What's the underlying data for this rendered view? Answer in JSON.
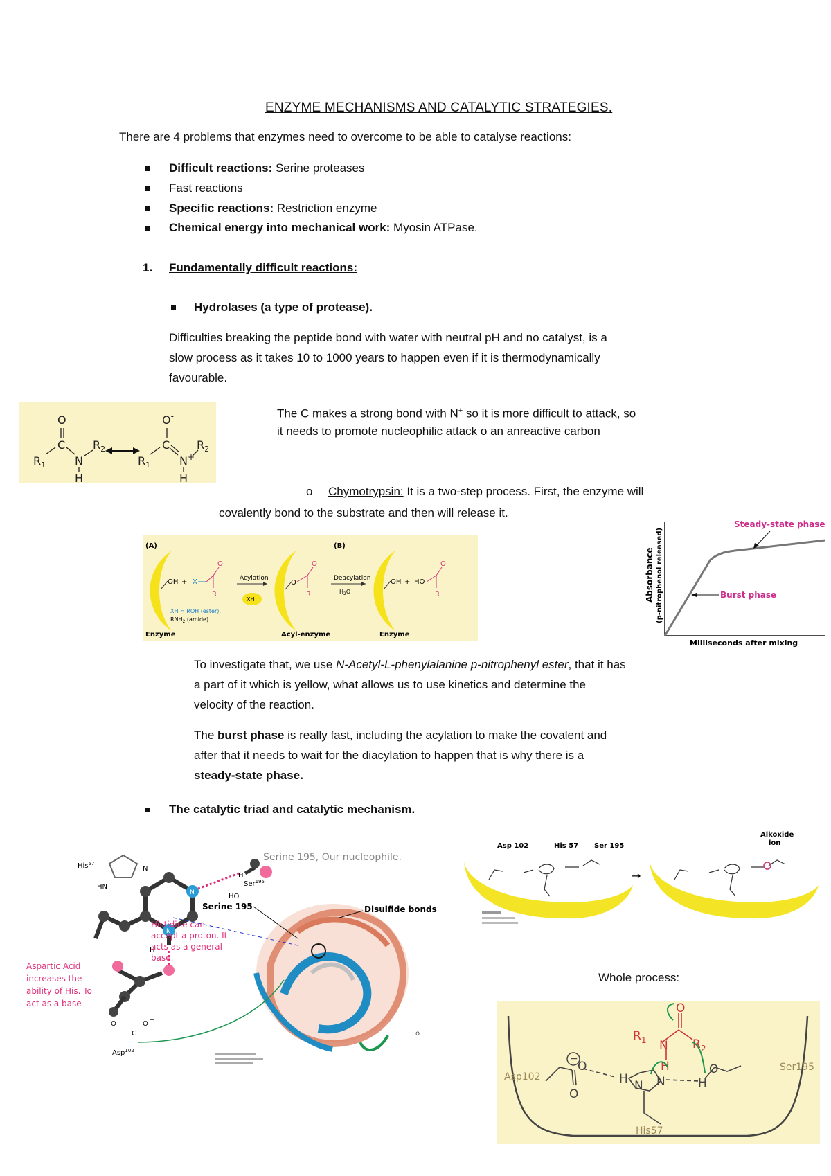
{
  "title": "ENZYME MECHANISMS AND CATALYTIC STRATEGIES.",
  "intro": "There are 4 problems that enzymes need to overcome to be able to catalyse reactions:",
  "problems": [
    {
      "bold": "Difficult reactions:",
      "rest": " Serine proteases"
    },
    {
      "bold": "",
      "rest": "Fast reactions"
    },
    {
      "bold": "Specific reactions:",
      "rest": "  Restriction enzyme"
    },
    {
      "bold": "Chemical energy into mechanical work:",
      "rest": " Myosin ATPase."
    }
  ],
  "section1": {
    "number": "1.",
    "heading": "Fundamentally difficult reactions:"
  },
  "hydrolases": "Hydrolases (a type of protease).",
  "difficulties": [
    "Difficulties breaking the peptide bond with water with neutral pH and no catalyst, is a",
    "slow process as it takes 10 to 1000 years to happen even if it is thermodynamically",
    "favourable."
  ],
  "resonance_text": {
    "line1_a": "The C makes a strong bond with N",
    "line1_sup": "+",
    "line1_b": " so it is more difficult to attack, so",
    "line2": "it needs to promote nucleophilic attack o an anreactive carbon"
  },
  "resonance_figure": {
    "left": {
      "O": "O",
      "C": "C",
      "N": "N",
      "R1": "R",
      "R1_sub": "1",
      "R2": "R",
      "R2_sub": "2",
      "H": "H"
    },
    "right": {
      "O": "O",
      "O_sup": "-",
      "C": "C",
      "N": "N",
      "N_sup": "+",
      "R1": "R",
      "R1_sub": "1",
      "R2": "R",
      "R2_sub": "2",
      "H": "H"
    }
  },
  "chymotrypsin": {
    "marker": "o",
    "term": "Chymotrypsin:",
    "line1": " It is a two-step process. First, the enzyme will",
    "line2": "covalently bond to the substrate and then will release it."
  },
  "acyl_figure": {
    "panel_a": "(A)",
    "panel_b": "(B)",
    "oh1": "OH",
    "plus1": "+",
    "x": "X",
    "r1": "R",
    "o1": "O",
    "acylation": "Acylation",
    "xh": "XH",
    "xh_note1": "XH = ROH (ester),",
    "xh_note2": "RNH",
    "xh_note2_sub": "2",
    "xh_note2_b": " (amide)",
    "o2": "O",
    "r2": "R",
    "o3": "O",
    "deacylation": "Deacylation",
    "water": "H",
    "water_sub": "2",
    "water_b": "O",
    "oh2": "OH",
    "plus2": "+",
    "ho": "HO",
    "o4": "O",
    "r3": "R",
    "enzyme1": "Enzyme",
    "acyl_enzyme": "Acyl-enzyme",
    "enzyme2": "Enzyme"
  },
  "burst_chart": {
    "steady_label": "Steady-state phase",
    "burst_label": "Burst phase",
    "ylabel1": "Absorbance",
    "ylabel2": "(p-nitrophenol released)",
    "xlabel": "Milliseconds after mixing"
  },
  "investigate": {
    "line1_a": "To investigate that, we use ",
    "line1_i": "N-Acetyl-L-phenylalanine p-nitrophenyl ester",
    "line1_b": ", that it has",
    "line2": "a part of it which is yellow, what allows us to use kinetics and determine the",
    "line3": "velocity of the reaction."
  },
  "burst_para": {
    "line1_a": "The ",
    "line1_bold": "burst phase",
    "line1_b": " is really fast, including the acylation to make the covalent and",
    "line2": "after that it needs to wait for the diacylation to happen that is why there is a",
    "line3_bold": "steady-state phase."
  },
  "triad_heading": "The catalytic triad and catalytic mechanism.",
  "triad_figure": {
    "his": "His",
    "his_sup": "57",
    "hn": "HN",
    "n1": "N",
    "n2": "N",
    "n3": "N",
    "h": "H",
    "ser_label": "Serine 195, Our nucleophile.",
    "ho": "HO",
    "ser": "Ser",
    "ser_sup": "195",
    "serine195": "Serine 195",
    "disulfide": "Disulfide bonds",
    "histidine_note": [
      "Histidine can",
      "accept a proton. It",
      "acts as a general",
      "base."
    ],
    "aspartic_note": [
      "Aspartic Acid",
      "increases the",
      "ability of His. To",
      "act as a base"
    ],
    "carb_o": "O",
    "carb_c": "C",
    "carb_o_minus": "O",
    "asp": "Asp",
    "asp_sup": "102",
    "stray_o": "o"
  },
  "triad_small_figure": {
    "asp": "Asp 102",
    "his": "His 57",
    "ser": "Ser 195",
    "alkoxide": "Alkoxide",
    "ion": "ion"
  },
  "whole_process": "Whole process:",
  "whole_figure": {
    "asp": "Asp102",
    "ser": "Ser195",
    "his": "His57",
    "o_top": "O",
    "r1": "R",
    "r1_sub": "1",
    "n_sub": "N",
    "r2": "R",
    "r2_sub": "2",
    "h_sub": "H",
    "o_asp": "O",
    "o_asp2": "O",
    "h1": "H",
    "n_his1": "N",
    "n_his2": "N",
    "h2": "H",
    "o_ser": "O"
  }
}
